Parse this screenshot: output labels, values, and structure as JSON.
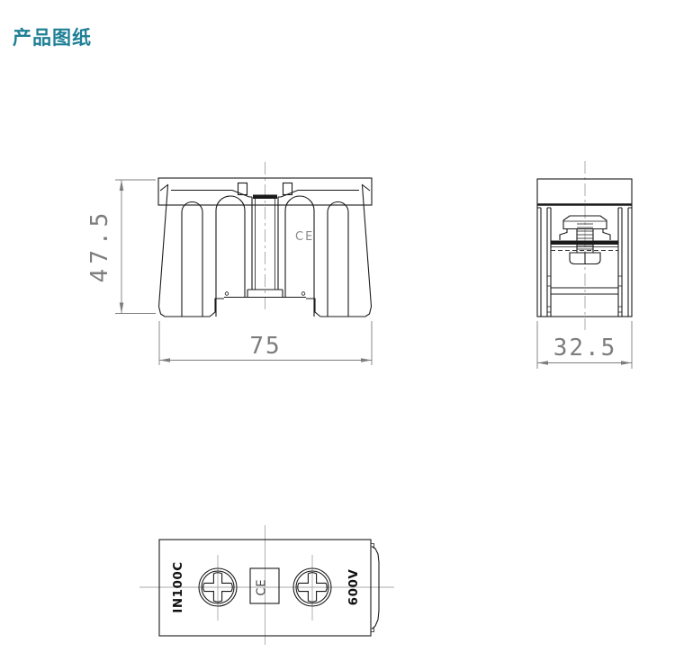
{
  "page": {
    "title": "产品图纸",
    "title_color": "#1e7f96",
    "background": "#ffffff"
  },
  "views": {
    "front": {
      "name": "front-view",
      "height_dim": "47.5",
      "width_dim": "75",
      "ce_mark": "CE"
    },
    "side": {
      "name": "side-view",
      "width_dim": "32.5"
    },
    "bottom": {
      "name": "bottom-view",
      "model_mark": "IN100C",
      "voltage_mark": "600V",
      "ce_mark": "CE"
    }
  },
  "colors": {
    "line": "#1a1a1a",
    "dimension": "#7d7d7d",
    "centerline": "#a3a3a3"
  }
}
